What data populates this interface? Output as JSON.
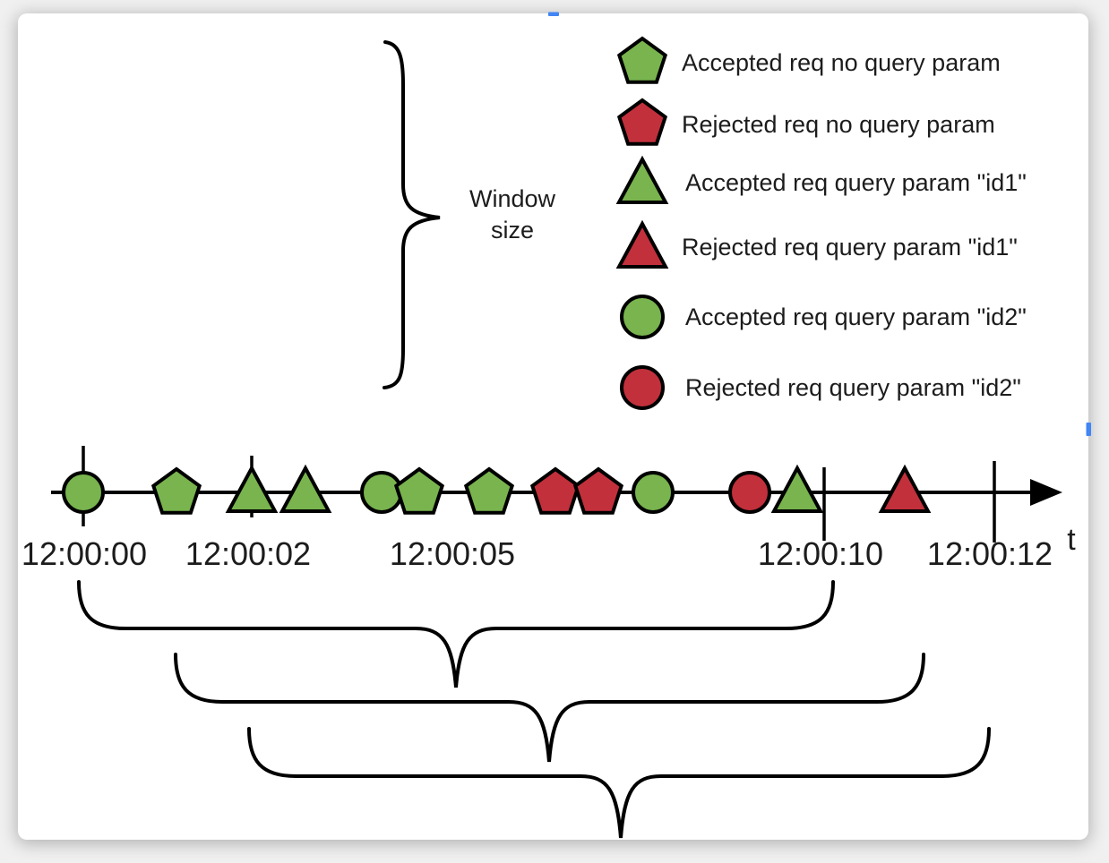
{
  "colors": {
    "accepted": "#79b44e",
    "rejected": "#c2303c",
    "outline": "#000000",
    "accent_blue": "#4285f4"
  },
  "window_brace": {
    "label_line1": "Window",
    "label_line2": "size"
  },
  "legend": {
    "items": [
      {
        "shape": "pentagon",
        "status": "accepted",
        "label": "Accepted req no query param"
      },
      {
        "shape": "pentagon",
        "status": "rejected",
        "label": "Rejected req no query param"
      },
      {
        "shape": "triangle",
        "status": "accepted",
        "label": "Accepted req query param \"id1\""
      },
      {
        "shape": "triangle",
        "status": "rejected",
        "label": "Rejected req query param \"id1\""
      },
      {
        "shape": "circle",
        "status": "accepted",
        "label": "Accepted req query param \"id2\""
      },
      {
        "shape": "circle",
        "status": "rejected",
        "label": "Rejected req query param \"id2\""
      }
    ]
  },
  "timeline": {
    "axis_label": "t",
    "tick_labels": [
      "12:00:00",
      "12:00:02",
      "12:00:05",
      "12:00:10",
      "12:00:12"
    ],
    "events": [
      {
        "order": 1,
        "shape": "circle",
        "status": "accepted"
      },
      {
        "order": 2,
        "shape": "pentagon",
        "status": "accepted"
      },
      {
        "order": 3,
        "shape": "triangle",
        "status": "accepted"
      },
      {
        "order": 4,
        "shape": "triangle",
        "status": "accepted"
      },
      {
        "order": 5,
        "shape": "circle",
        "status": "accepted"
      },
      {
        "order": 6,
        "shape": "pentagon",
        "status": "accepted"
      },
      {
        "order": 7,
        "shape": "pentagon",
        "status": "accepted"
      },
      {
        "order": 8,
        "shape": "pentagon",
        "status": "rejected"
      },
      {
        "order": 9,
        "shape": "pentagon",
        "status": "rejected"
      },
      {
        "order": 10,
        "shape": "circle",
        "status": "accepted"
      },
      {
        "order": 11,
        "shape": "circle",
        "status": "rejected"
      },
      {
        "order": 12,
        "shape": "triangle",
        "status": "accepted"
      },
      {
        "order": 13,
        "shape": "triangle",
        "status": "rejected"
      }
    ],
    "sliding_windows_count": 3
  }
}
